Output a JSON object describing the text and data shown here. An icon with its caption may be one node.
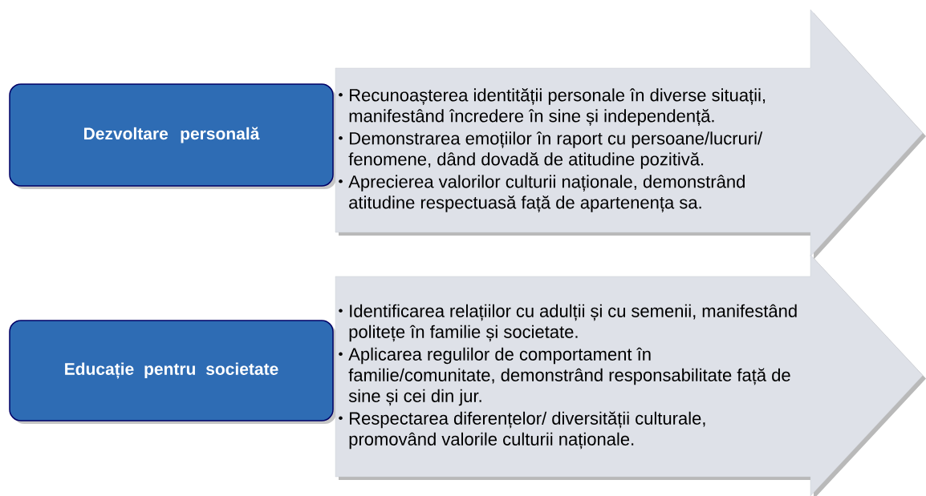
{
  "diagram": {
    "nodes": [
      {
        "text": [
          "Dezvoltare personală"
        ]
      },
      {
        "text": [
          "Recunoașterea identității personale în diverse situații, manifestând încredere în sine și independență.",
          "Demonstrarea emoțiilor în raport cu persoane/lucruri/ fenomene, dând dovadă de atitudine pozitivă.",
          "Aprecierea valorilor culturii naționale, demonstrând atitudine respectuasă față de apartenența sa."
        ]
      },
      {
        "text": [
          "Educație pentru societate"
        ]
      },
      {
        "text": [
          "Identificarea relațiilor cu adulții și cu semenii, manifestând politețe în familie și societate.",
          "Aplicarea regulilor de comportament în familie/comunitate, demonstrând responsabilitate față de sine și cei din jur.",
          "Respectarea diferențelor/ diversității culturale, promovând valorile culturii naționale."
        ]
      }
    ]
  }
}
